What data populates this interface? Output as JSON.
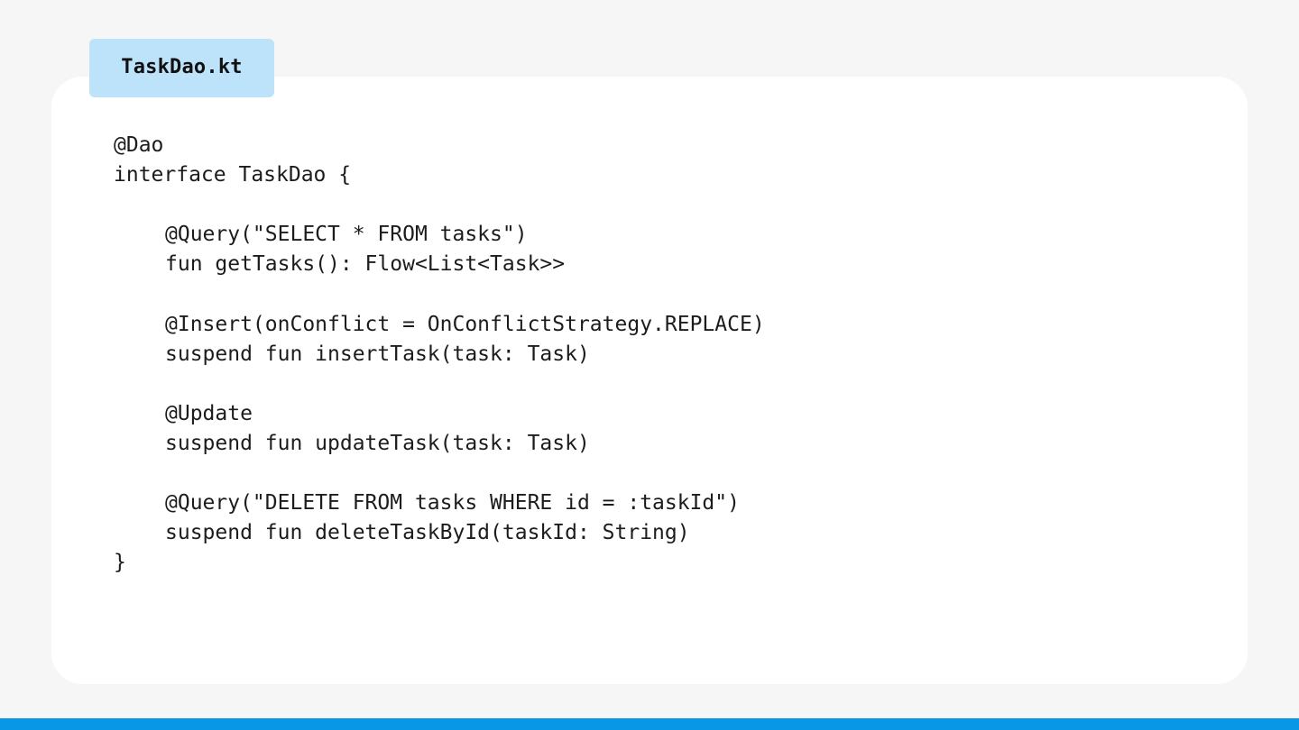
{
  "editor": {
    "file_tab_label": "TaskDao.kt",
    "code_lines": [
      {
        "indent": 0,
        "text": "@Dao"
      },
      {
        "indent": 0,
        "text": "interface TaskDao {"
      },
      {
        "indent": 0,
        "text": ""
      },
      {
        "indent": 1,
        "text": "@Query(\"SELECT * FROM tasks\")"
      },
      {
        "indent": 1,
        "text": "fun getTasks(): Flow<List<Task>>"
      },
      {
        "indent": 0,
        "text": ""
      },
      {
        "indent": 1,
        "text": "@Insert(onConflict = OnConflictStrategy.REPLACE)"
      },
      {
        "indent": 1,
        "text": "suspend fun insertTask(task: Task)"
      },
      {
        "indent": 0,
        "text": ""
      },
      {
        "indent": 1,
        "text": "@Update"
      },
      {
        "indent": 1,
        "text": "suspend fun updateTask(task: Task)"
      },
      {
        "indent": 0,
        "text": ""
      },
      {
        "indent": 1,
        "text": "@Query(\"DELETE FROM tasks WHERE id = :taskId\")"
      },
      {
        "indent": 1,
        "text": "suspend fun deleteTaskById(taskId: String)"
      },
      {
        "indent": 0,
        "text": "}"
      }
    ]
  },
  "colors": {
    "page_background": "#f6f6f6",
    "card_background": "#ffffff",
    "tab_background": "#bde3fb",
    "accent_bar": "#0896e6",
    "code_text": "#1c1c1c"
  }
}
